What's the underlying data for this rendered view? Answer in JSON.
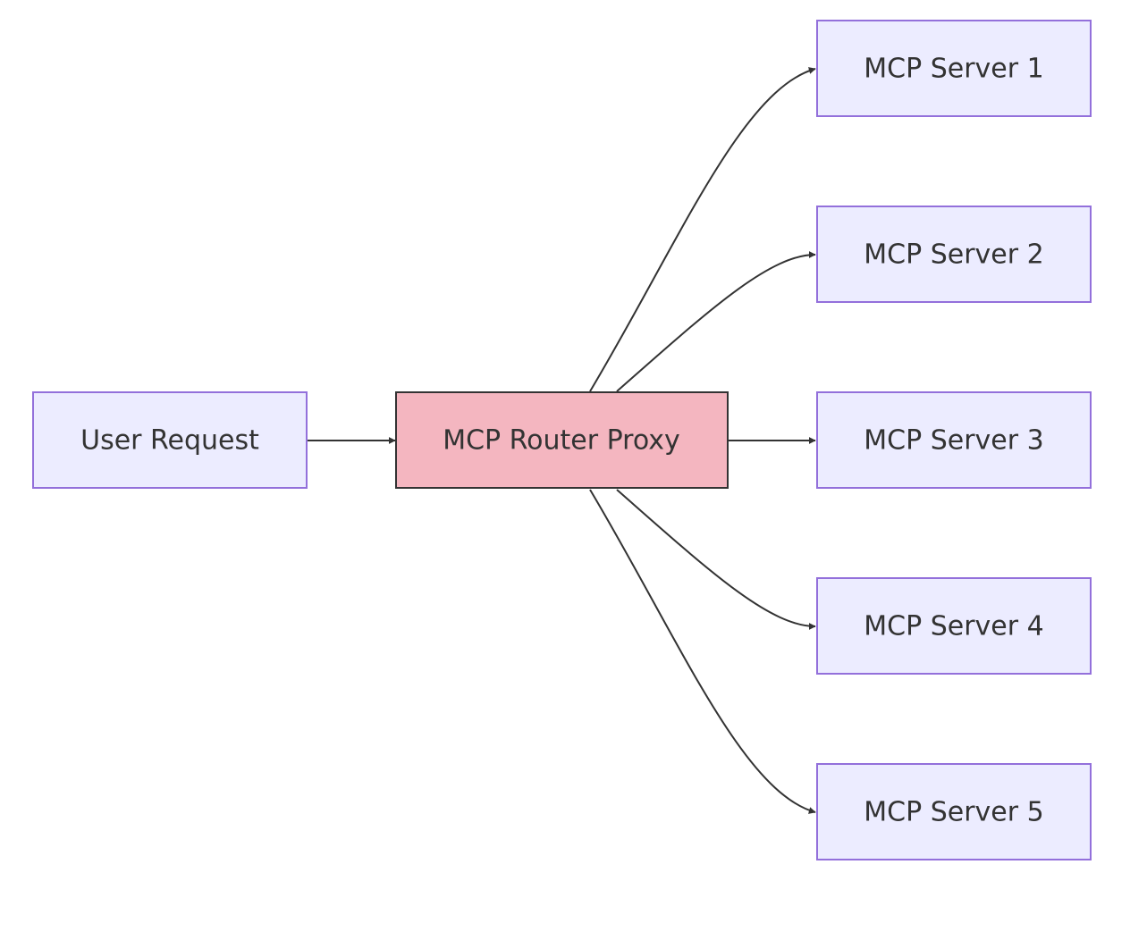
{
  "diagram": {
    "type": "flowchart",
    "direction": "left-to-right",
    "colors": {
      "node_fill": "#ECECFF",
      "node_stroke": "#9370DB",
      "router_fill": "#F4B6C0",
      "router_stroke": "#333333",
      "edge": "#333333",
      "text": "#333333"
    },
    "nodes": {
      "user_request": {
        "label": "User Request"
      },
      "router": {
        "label": "MCP Router Proxy"
      },
      "server1": {
        "label": "MCP Server 1"
      },
      "server2": {
        "label": "MCP Server 2"
      },
      "server3": {
        "label": "MCP Server 3"
      },
      "server4": {
        "label": "MCP Server 4"
      },
      "server5": {
        "label": "MCP Server 5"
      }
    },
    "edges": [
      {
        "from": "user_request",
        "to": "router"
      },
      {
        "from": "router",
        "to": "server1"
      },
      {
        "from": "router",
        "to": "server2"
      },
      {
        "from": "router",
        "to": "server3"
      },
      {
        "from": "router",
        "to": "server4"
      },
      {
        "from": "router",
        "to": "server5"
      }
    ]
  }
}
